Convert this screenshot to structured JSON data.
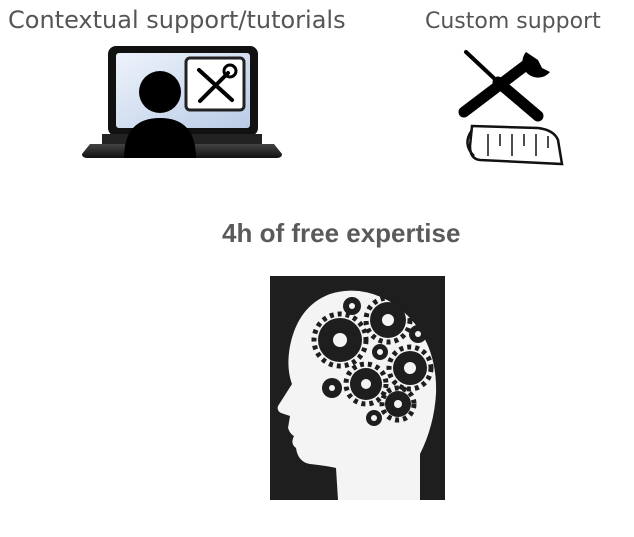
{
  "sections": {
    "contextual": {
      "label": "Contextual support/tutorials",
      "icon": "laptop-support-icon"
    },
    "custom": {
      "label": "Custom support",
      "icon": "tools-measuring-tape-icon"
    },
    "expertise": {
      "label": "4h of free expertise",
      "icon": "head-gears-icon"
    }
  },
  "colors": {
    "label_text": "#555555",
    "screen_fill": "#cfdcf0",
    "brain_background": "#1e1e1e"
  }
}
